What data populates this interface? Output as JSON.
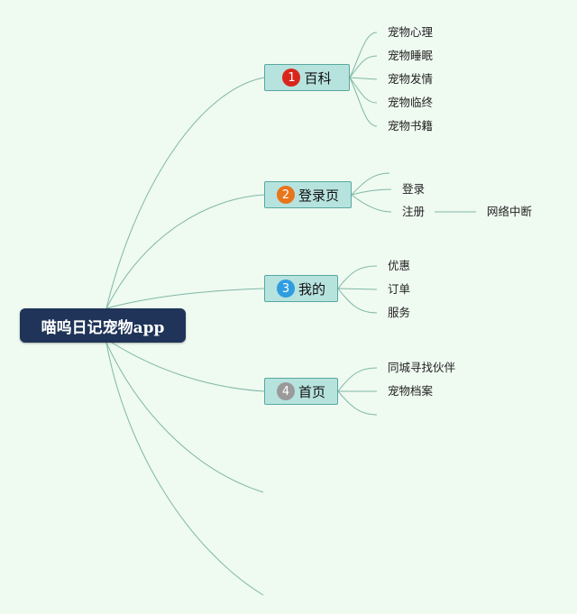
{
  "root": {
    "label": "喵呜日记宠物app"
  },
  "branches": [
    {
      "number": "1",
      "label": "百科",
      "color": "#d9261c",
      "children": [
        "宠物心理",
        "宠物睡眠",
        "宠物发情",
        "宠物临终",
        "宠物书籍"
      ]
    },
    {
      "number": "2",
      "label": "登录页",
      "color": "#e8751a",
      "children": [
        "登录",
        "注册"
      ],
      "sub_children": [
        "网络中断"
      ]
    },
    {
      "number": "3",
      "label": "我的",
      "color": "#2f9de0",
      "children": [
        "优惠",
        "订单",
        "服务"
      ]
    },
    {
      "number": "4",
      "label": "首页",
      "color": "#9a9a9a",
      "children": [
        "同城寻找伙伴",
        "宠物档案"
      ]
    }
  ],
  "colors": {
    "line": "#7fb8a6",
    "root_bg": "#1f3458",
    "branch_bg": "#b7e3df",
    "branch_border": "#58a89f"
  }
}
